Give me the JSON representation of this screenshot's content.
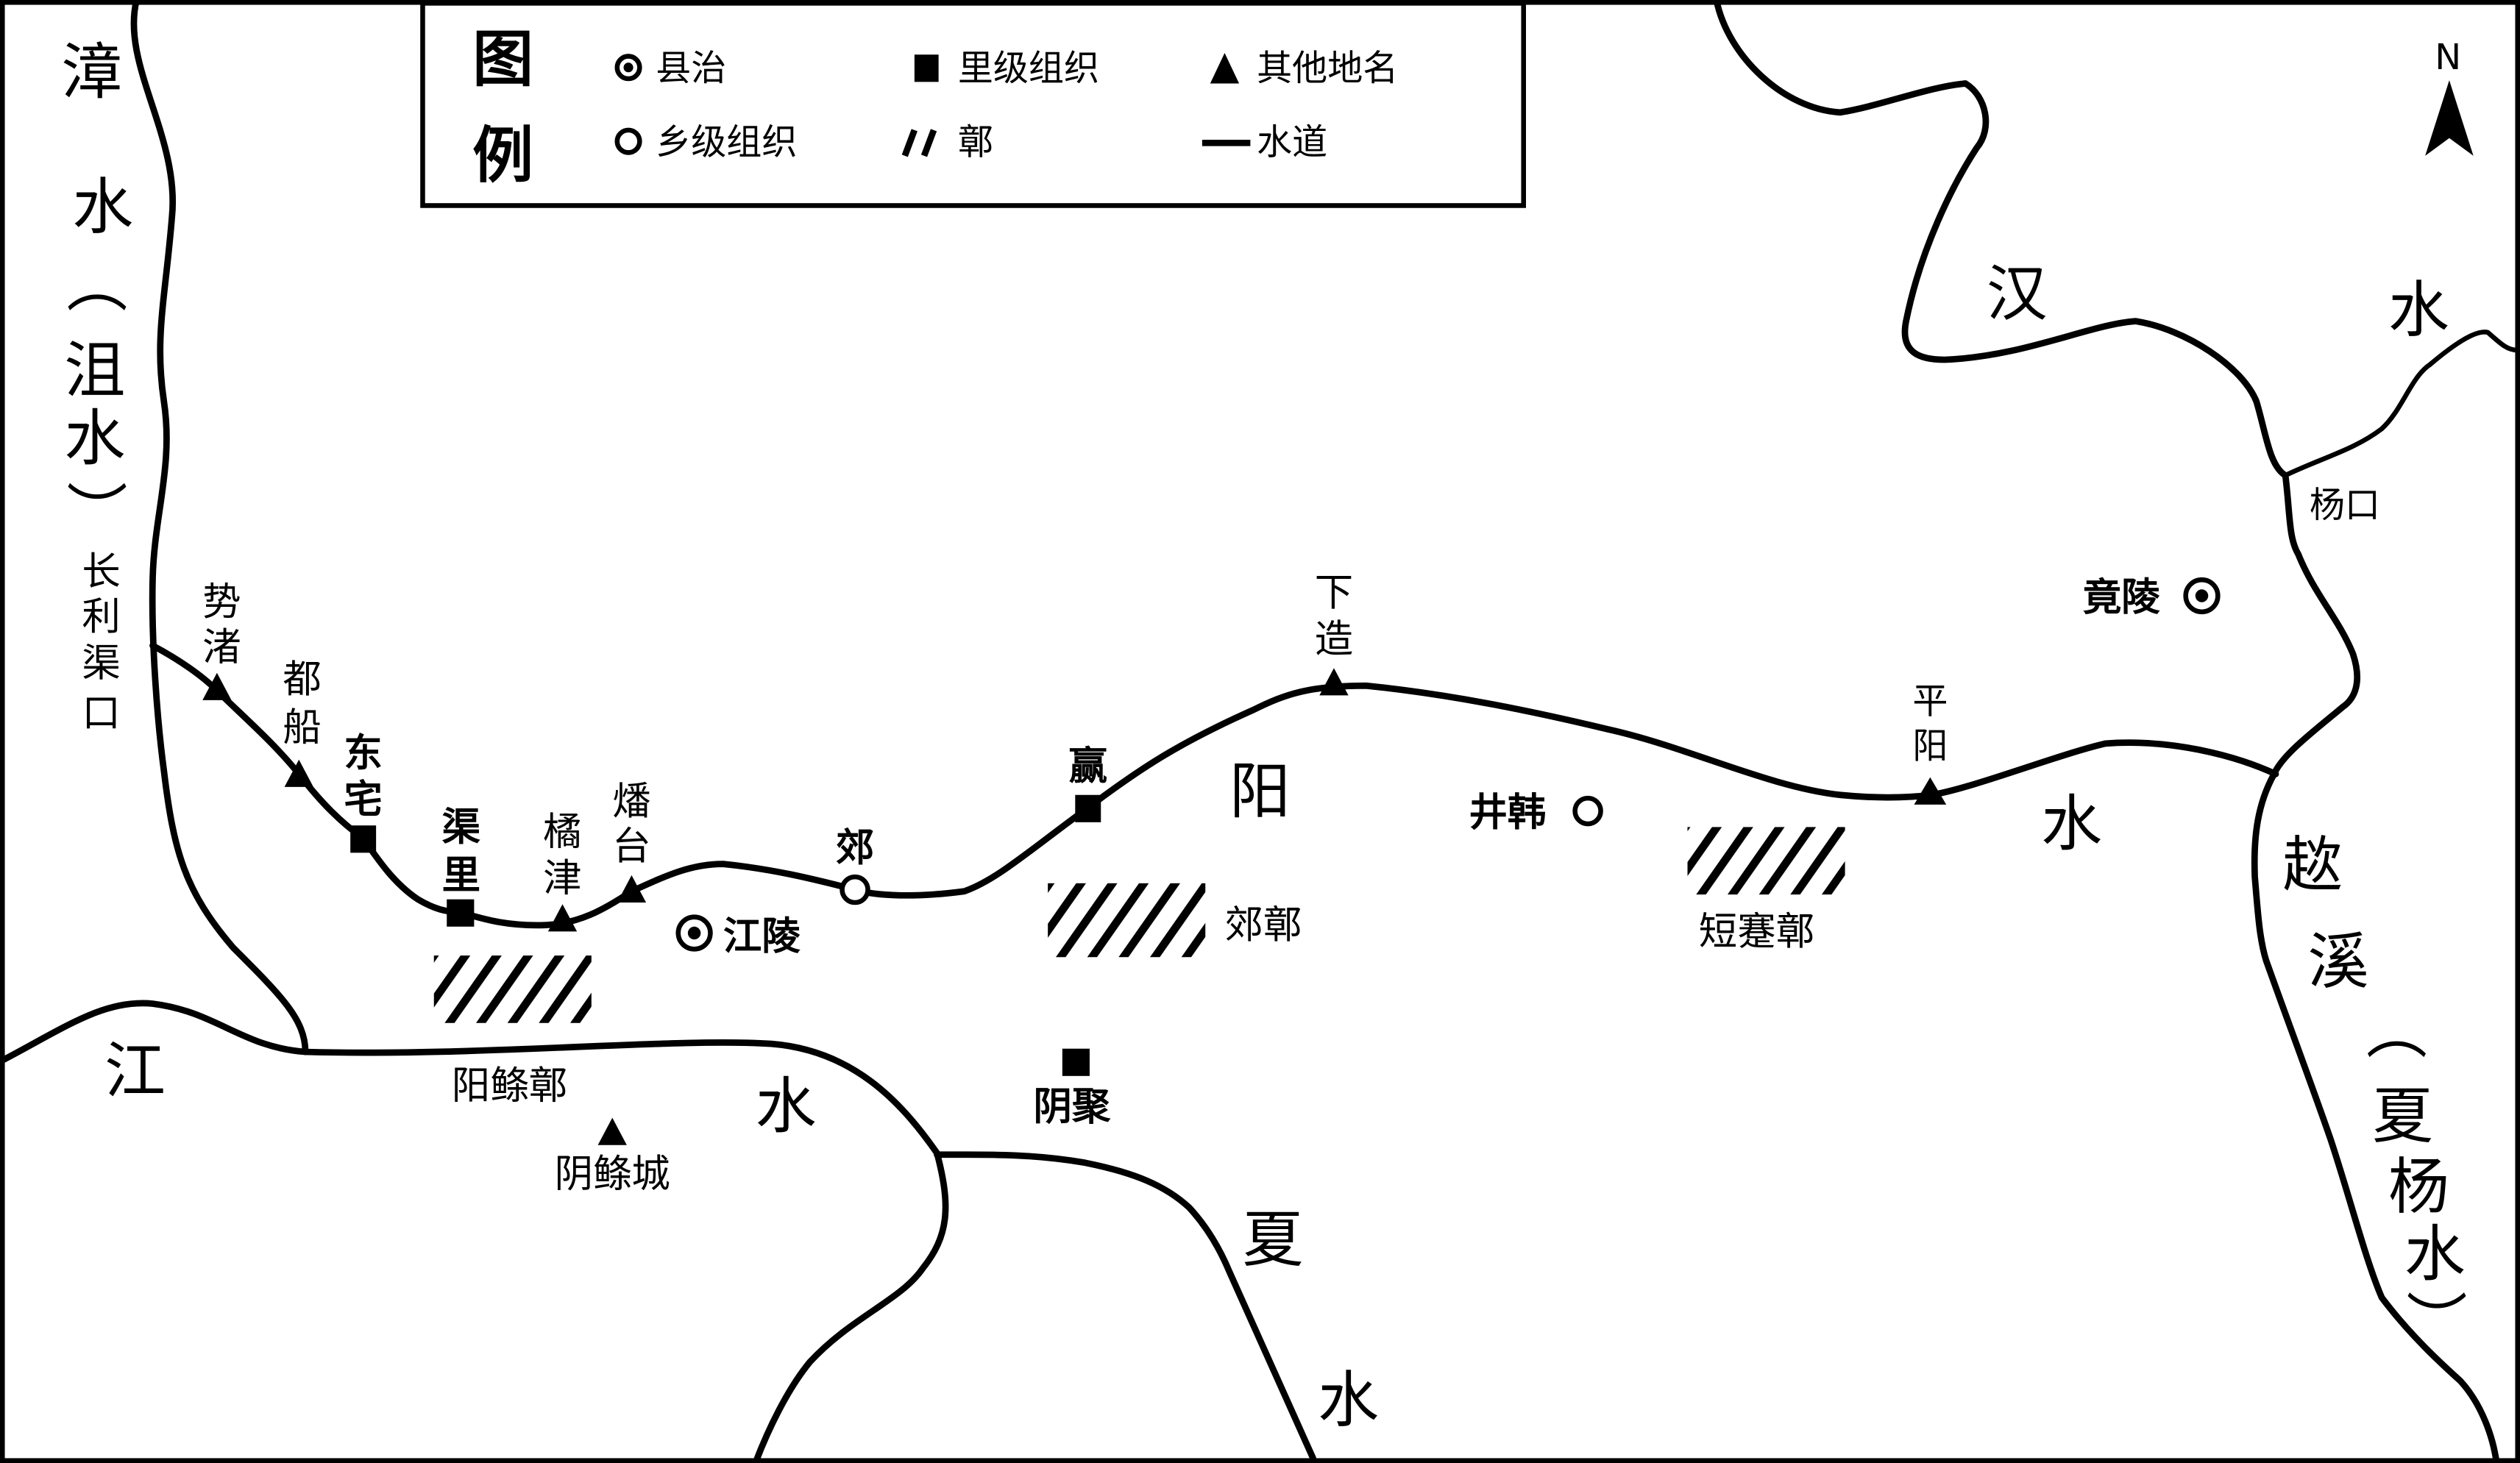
{
  "legend": {
    "title_chars": [
      "图",
      "例"
    ],
    "items": [
      {
        "symbol": "county-seat-target",
        "label": "县治"
      },
      {
        "symbol": "li-level-square",
        "label": "里级组织"
      },
      {
        "symbol": "other-place-triangle",
        "label": "其他地名"
      },
      {
        "symbol": "xiang-level-circle",
        "label": "乡级组织"
      },
      {
        "symbol": "zhang-hatch",
        "label": "鄣"
      },
      {
        "symbol": "waterway-line",
        "label": "水道"
      }
    ]
  },
  "north_label": "N",
  "rivers": {
    "zhang": [
      "漳",
      "水",
      "（",
      "沮",
      "水",
      "）"
    ],
    "jiang": [
      "江",
      "水"
    ],
    "xia": [
      "夏",
      "水"
    ],
    "han": [
      "汉",
      "水"
    ],
    "yang": [
      "阳",
      "水"
    ],
    "ciqi": [
      "趑",
      "溪",
      "（",
      "夏",
      "杨",
      "水",
      "）"
    ]
  },
  "places": {
    "changli_qukou": [
      "长",
      "利",
      "渠",
      "口"
    ],
    "shizhu": [
      "势",
      "渚"
    ],
    "duchuan": [
      "都",
      "船"
    ],
    "dongzhai": [
      "东",
      "宅"
    ],
    "quli": [
      "渠",
      "里"
    ],
    "juejin": [
      "橘",
      "津"
    ],
    "fantai": [
      "燔",
      "台"
    ],
    "jiao": "郊",
    "jiangling": "江陵",
    "ying": "赢",
    "xiazao": [
      "下",
      "造"
    ],
    "jinghan": "井韩",
    "pingyang": [
      "平",
      "阳"
    ],
    "jiao_zhang": "郊鄣",
    "duanjian_zhang": "短蹇鄣",
    "yanglu_zhang": "阳鲦鄣",
    "yinlu_cheng": "阴鲦城",
    "yinju": "阴聚",
    "yangkou": "杨口",
    "jingling": "竟陵"
  }
}
